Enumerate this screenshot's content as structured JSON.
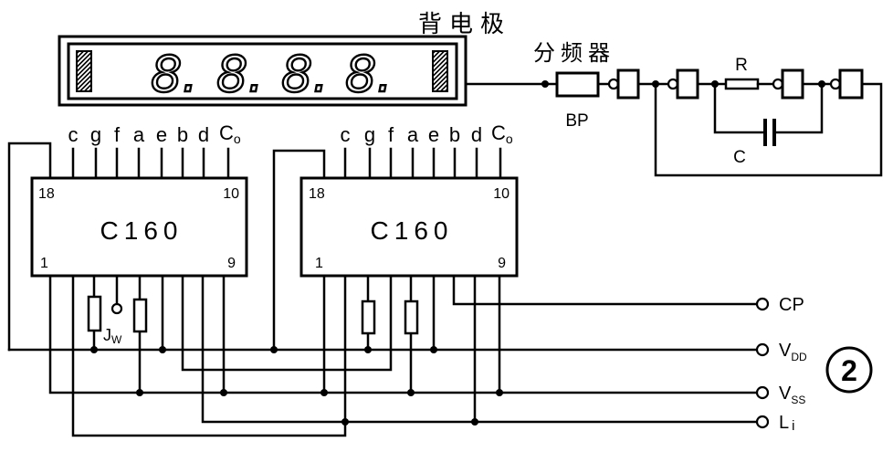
{
  "colors": {
    "ink": "#000000",
    "background": "#ffffff"
  },
  "diagram": {
    "backplane_label": "背电极",
    "divider_label": "分频器",
    "display": {
      "digits": [
        "8.",
        "8.",
        "8.",
        "8."
      ]
    },
    "divider_box_label": "BP",
    "resistor_label": "R",
    "capacitor_label": "C",
    "chips": [
      {
        "name": "C160",
        "pin_labels": [
          "c",
          "g",
          "f",
          "a",
          "e",
          "b",
          "d"
        ],
        "carry_label": {
          "main": "C",
          "sub": "o"
        },
        "pin_numbers": {
          "top_left": "18",
          "top_right": "10",
          "bottom_left": "1",
          "bottom_right": "9"
        }
      },
      {
        "name": "C160",
        "pin_labels": [
          "c",
          "g",
          "f",
          "a",
          "e",
          "b",
          "d"
        ],
        "carry_label": {
          "main": "C",
          "sub": "o"
        },
        "pin_numbers": {
          "top_left": "18",
          "top_right": "10",
          "bottom_left": "1",
          "bottom_right": "9"
        }
      }
    ],
    "jumper_label": {
      "main": "J",
      "sub": "W"
    },
    "terminals": [
      {
        "main": "CP"
      },
      {
        "main": "V",
        "sub": "DD"
      },
      {
        "main": "V",
        "sub": "SS"
      },
      {
        "main": "L",
        "sub": "i"
      }
    ],
    "figure_number": "2"
  }
}
